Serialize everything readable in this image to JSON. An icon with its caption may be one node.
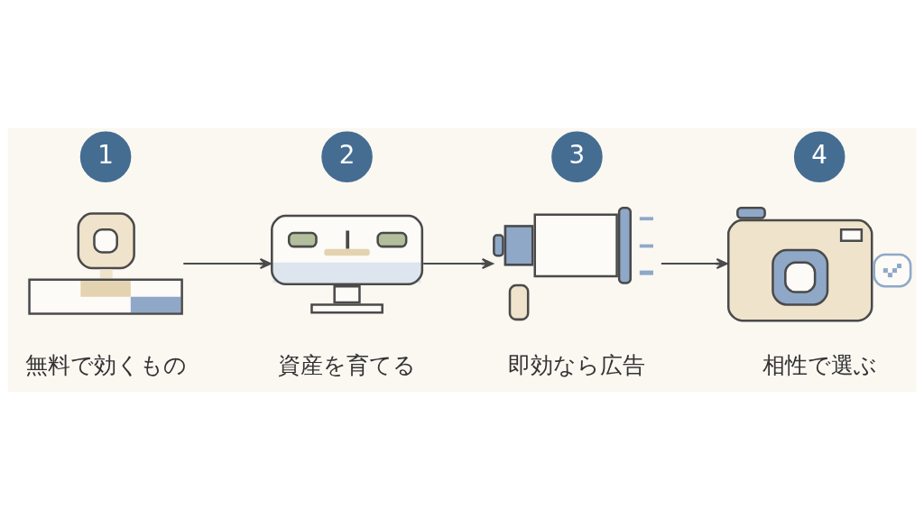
{
  "diagram": {
    "nodes": [
      {
        "text": [
          "1"
        ]
      },
      {
        "text": [
          "2"
        ]
      },
      {
        "text": [
          "3"
        ]
      },
      {
        "text": [
          "4"
        ]
      },
      {
        "text": [],
        "shape": "picture",
        "beside": [
          "無料で効くもの"
        ]
      },
      {
        "text": [],
        "shape": "picture",
        "beside": [
          "資産を育てる"
        ]
      },
      {
        "text": [],
        "shape": "picture",
        "beside": [
          "即効なら広告"
        ]
      },
      {
        "text": [],
        "shape": "picture",
        "beside": [
          "相性で選ぶ"
        ]
      }
    ],
    "edges": [
      {
        "from": 4,
        "to": 5,
        "arrow": "to"
      },
      {
        "from": 5,
        "to": 6,
        "arrow": "to"
      },
      {
        "from": 6,
        "to": 7,
        "arrow": "to"
      }
    ]
  }
}
